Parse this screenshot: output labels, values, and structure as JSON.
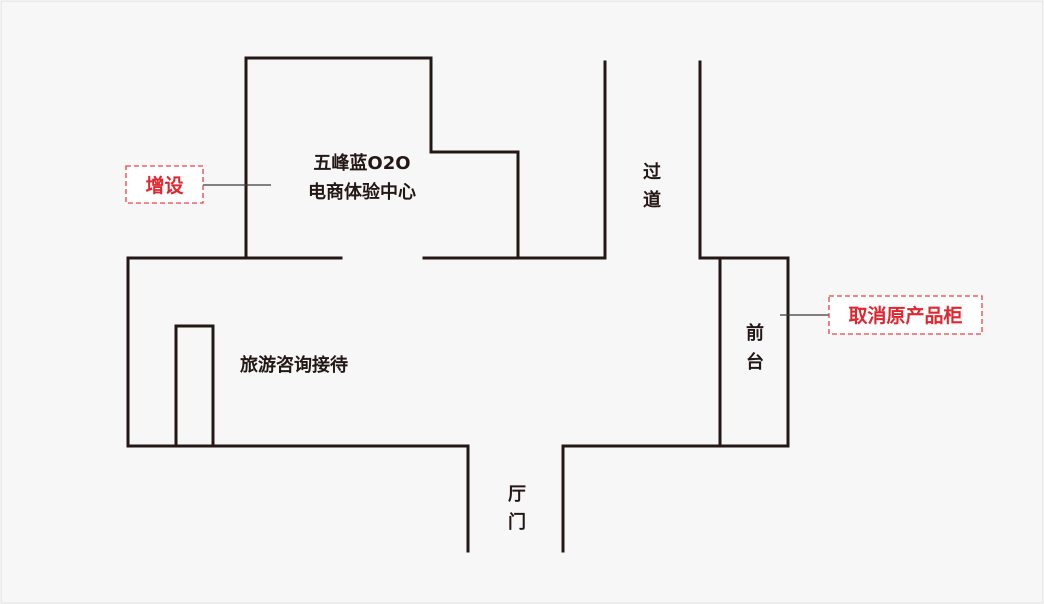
{
  "labels": {
    "exp_center_line1": "五峰蓝O2O",
    "exp_center_line2": "电商体验中心",
    "corridor_char1": "过",
    "corridor_char2": "道",
    "tourism": "旅游咨询接待",
    "front_desk_char1": "前",
    "front_desk_char2": "台",
    "hall_char1": "厅",
    "hall_char2": "门"
  },
  "annotations": {
    "added": "增设",
    "removed_cabinet": "取消原产品柜"
  },
  "colors": {
    "background": "#f7f7f7",
    "wall": "#231815",
    "annotation_red": "#e0262e"
  }
}
